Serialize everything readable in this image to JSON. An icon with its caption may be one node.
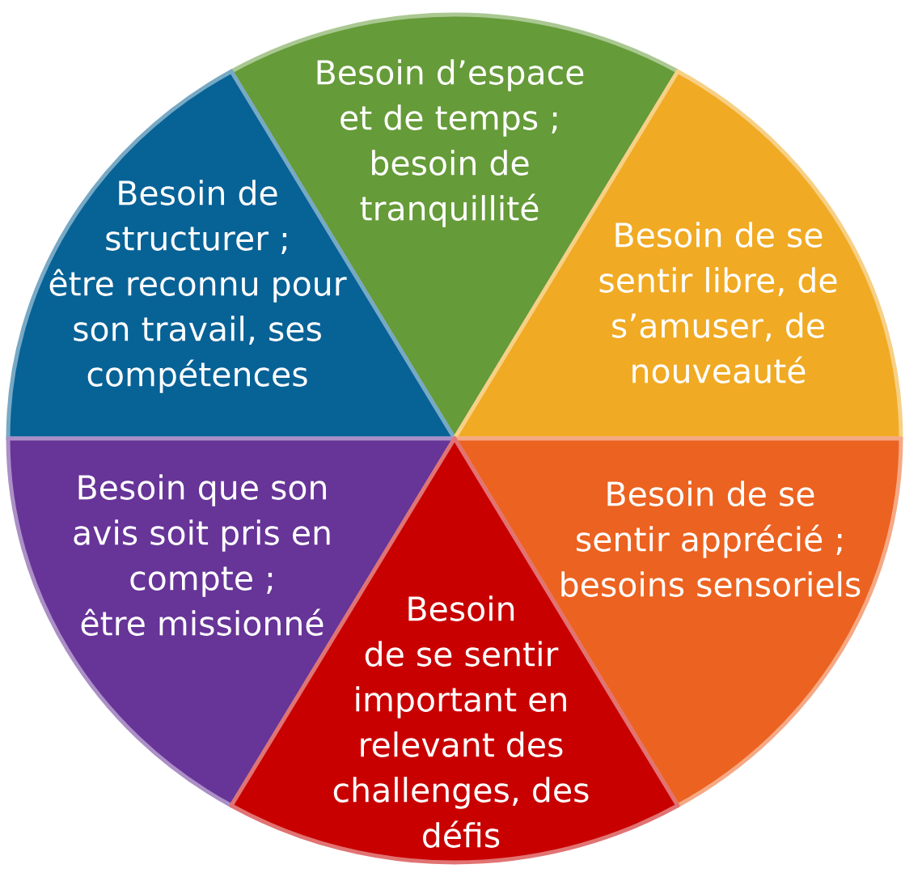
{
  "diagram": {
    "nodes": [
      {
        "text": [
          "Besoin d’espace et de temps ; besoin de tranquillité"
        ]
      },
      {
        "text": [
          "Besoin de structurer ; être reconnu pour son travail, ses compétences"
        ]
      },
      {
        "text": [
          "Besoin de se sentir libre, de s’amuser, de nouveauté"
        ]
      },
      {
        "text": [
          "Besoin que son avis soit pris en compte ; être missionné"
        ]
      },
      {
        "text": [
          "Besoin de se sentir apprécié ; besoins sensoriels"
        ]
      },
      {
        "text": [
          "Besoin de se sentir important en relevant des challenges, des défis"
        ]
      }
    ]
  }
}
